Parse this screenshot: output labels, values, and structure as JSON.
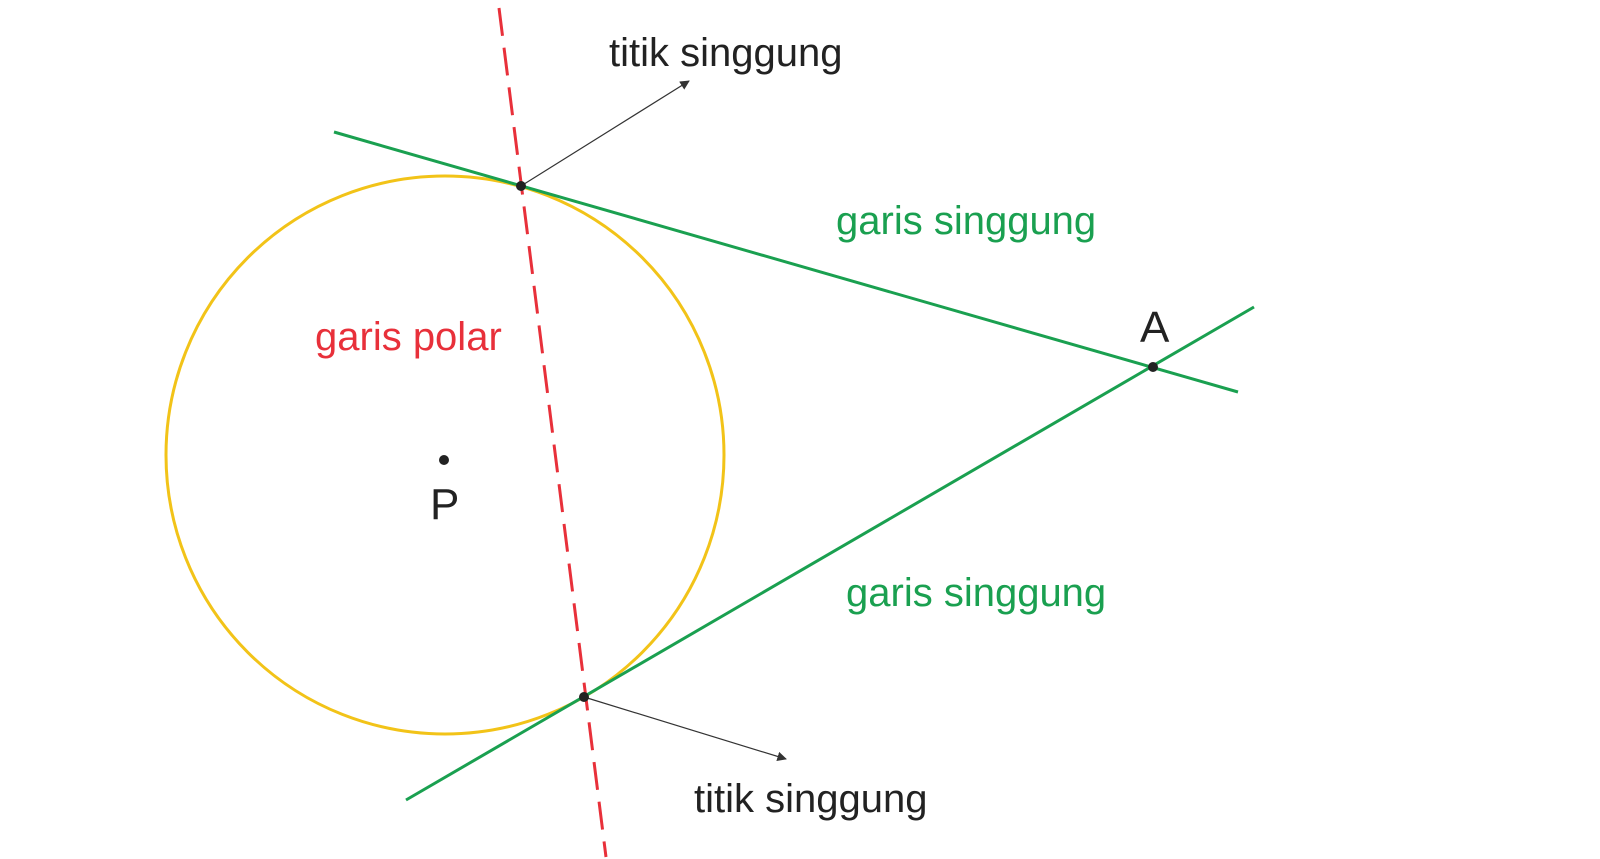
{
  "labels": {
    "tangent_point_top": "titik singgung",
    "tangent_point_bottom": "titik singgung",
    "tangent_line_top": "garis singgung",
    "tangent_line_bottom": "garis singgung",
    "polar_line": "garis polar",
    "center": "P",
    "external_point": "A"
  },
  "colors": {
    "circle": "#f2c318",
    "tangent_line": "#1aa050",
    "polar_line": "#e8303a",
    "point": "#222222",
    "text": "#222222",
    "arrow": "#333333"
  }
}
